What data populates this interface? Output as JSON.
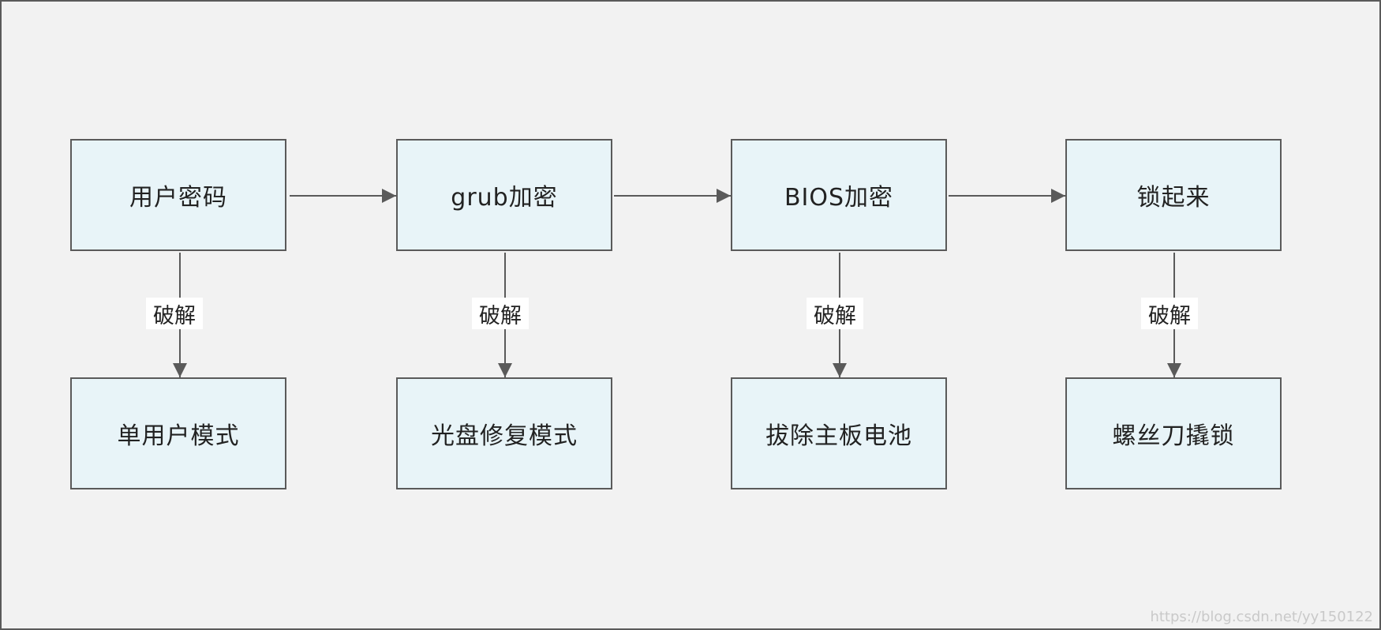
{
  "diagram": {
    "top_row": [
      "用户密码",
      "grub加密",
      "BIOS加密",
      "锁起来"
    ],
    "bottom_row": [
      "单用户模式",
      "光盘修复模式",
      "拔除主板电池",
      "螺丝刀撬锁"
    ],
    "edge_label": "破解"
  },
  "watermark": "https://blog.csdn.net/yy150122",
  "colors": {
    "background": "#f2f2f2",
    "box_fill": "#e8f4f8",
    "stroke": "#5a5a5a"
  }
}
